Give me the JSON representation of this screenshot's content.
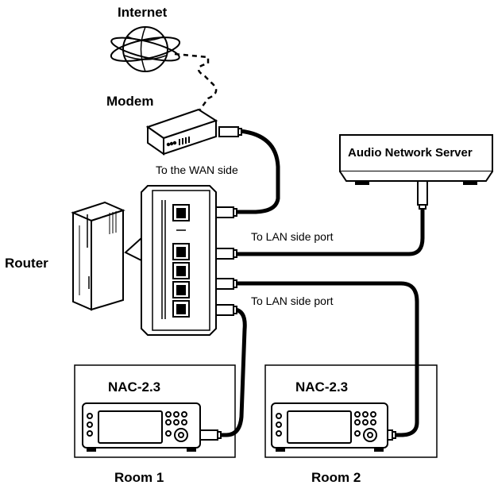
{
  "labels": {
    "internet": "Internet",
    "modem": "Modem",
    "router": "Router",
    "wan_side": "To the WAN side",
    "lan_side_1": "To LAN side port",
    "lan_side_2": "To LAN side port",
    "server": "Audio Network Server",
    "device_1": "NAC-2.3",
    "device_2": "NAC-2.3",
    "room_1": "Room 1",
    "room_2": "Room 2"
  }
}
